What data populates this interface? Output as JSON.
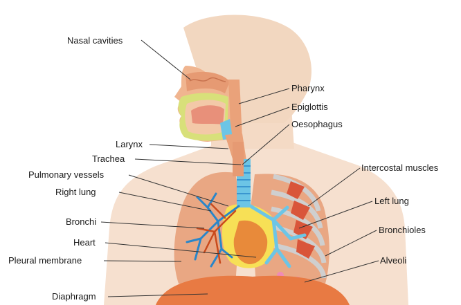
{
  "labels": {
    "nasal_cavities": "Nasal cavities",
    "pharynx": "Pharynx",
    "epiglottis": "Epiglottis",
    "oesophagus": "Oesophagus",
    "larynx": "Larynx",
    "trachea": "Trachea",
    "pulmonary_vessels": "Pulmonary vessels",
    "right_lung": "Right lung",
    "bronchi": "Bronchi",
    "heart": "Heart",
    "pleural_membrane": "Pleural membrane",
    "diaphragm": "Diaphragm",
    "intercostal_muscles": "Intercostal muscles",
    "left_lung": "Left lung",
    "bronchioles": "Bronchioles",
    "alveoli": "Alveoli"
  },
  "colors": {
    "skin": "#f6e0cf",
    "head": "#f2d7c0",
    "tissue": "#ecb389",
    "lung": "#e69f78",
    "airway": "#6cc5e6",
    "airway_dark": "#2a86c9",
    "vessel_red": "#c94a1c",
    "heart_yellow": "#f7e056",
    "heart_orange": "#e88a3a",
    "muscle": "#d9553a",
    "rib": "#d9d9d9",
    "mouth_green": "#d8e07a",
    "diaphragm": "#e87a43",
    "alveoli": "#f08ab6",
    "leader_line": "#333333"
  }
}
